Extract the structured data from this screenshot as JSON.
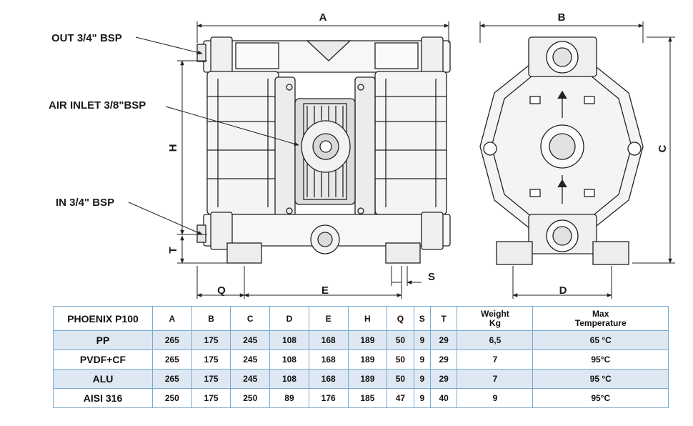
{
  "callouts": {
    "out": "OUT 3/4\" BSP",
    "air_inlet": "AIR INLET 3/8\"BSP",
    "in": "IN 3/4\" BSP"
  },
  "dimensions": {
    "A": "A",
    "B": "B",
    "C": "C",
    "D": "D",
    "E": "E",
    "H": "H",
    "Q": "Q",
    "S": "S",
    "T": "T"
  },
  "table": {
    "model": "PHOENIX P100",
    "headers": [
      "A",
      "B",
      "C",
      "D",
      "E",
      "H",
      "Q",
      "S",
      "T"
    ],
    "weight_header": [
      "Weight",
      "Kg"
    ],
    "temp_header": [
      "Max",
      "Temperature"
    ],
    "rows": [
      {
        "name": "PP",
        "values": [
          "265",
          "175",
          "245",
          "108",
          "168",
          "189",
          "50",
          "9",
          "29",
          "6,5",
          "65 °C"
        ]
      },
      {
        "name": "PVDF+CF",
        "values": [
          "265",
          "175",
          "245",
          "108",
          "168",
          "189",
          "50",
          "9",
          "29",
          "7",
          "95°C"
        ]
      },
      {
        "name": "ALU",
        "values": [
          "265",
          "175",
          "245",
          "108",
          "168",
          "189",
          "50",
          "9",
          "29",
          "7",
          "95 °C"
        ]
      },
      {
        "name": "AISI 316",
        "values": [
          "250",
          "175",
          "250",
          "89",
          "176",
          "185",
          "47",
          "9",
          "40",
          "9",
          "95°C"
        ]
      }
    ]
  },
  "colors": {
    "line": "#222222",
    "table_border": "#7aaad0",
    "row_shade": "#dde8f2"
  }
}
